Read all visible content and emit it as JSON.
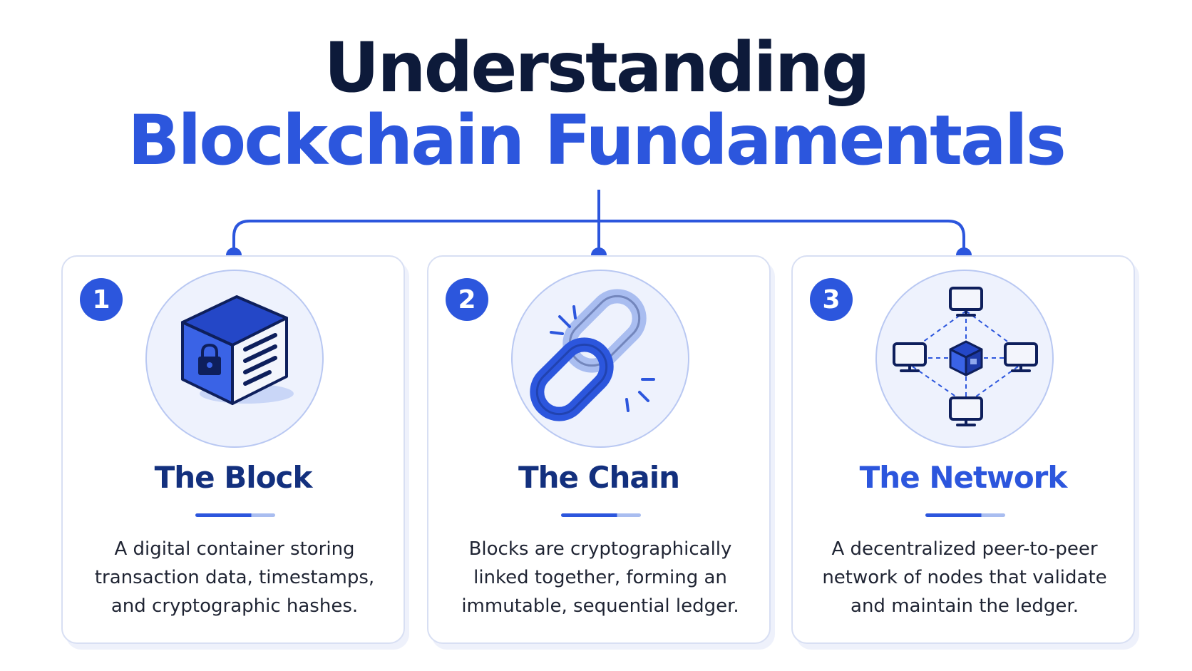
{
  "title": {
    "line1": "Understanding",
    "line2": "Blockchain Fundamentals"
  },
  "colors": {
    "accent": "#2c56dd",
    "dark_navy": "#0d1a3a",
    "card_title": "#13307e",
    "card_border": "#d8dff3"
  },
  "cards": [
    {
      "number": "1",
      "icon": "block-cube-icon",
      "title": "The Block",
      "description": "A digital container storing transaction data, timestamps, and cryptographic hashes."
    },
    {
      "number": "2",
      "icon": "chain-link-icon",
      "title": "The Chain",
      "description": "Blocks are cryptographically linked together, forming an immutable, sequential ledger."
    },
    {
      "number": "3",
      "icon": "network-nodes-icon",
      "title": "The Network",
      "description": "A decentralized peer-to-peer network of nodes that validate and maintain the ledger."
    }
  ]
}
